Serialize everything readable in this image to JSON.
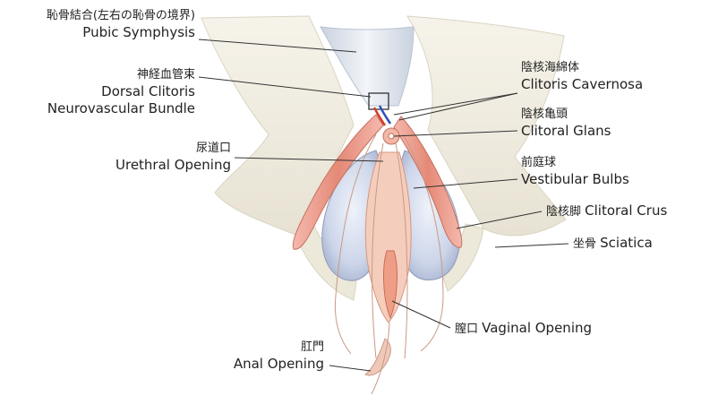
{
  "labels": {
    "pubic_symphysis": {
      "jp": "恥骨結合(左右の恥骨の境界)",
      "en": "Pubic Symphysis"
    },
    "dorsal_bundle": {
      "jp": "神経血管束",
      "en1": "Dorsal Clitoris",
      "en2": "Neurovascular Bundle"
    },
    "urethral_opening": {
      "jp": "尿道口",
      "en": "Urethral Opening"
    },
    "anal_opening": {
      "jp": "肛門",
      "en": "Anal Opening"
    },
    "clitoris_cavernosa": {
      "jp": "陰核海綿体",
      "en": "Clitoris Cavernosa"
    },
    "clitoral_glans": {
      "jp": "陰核亀頭",
      "en": "Clitoral Glans"
    },
    "vestibular_bulbs": {
      "jp": "前庭球",
      "en": "Vestibular Bulbs"
    },
    "clitoral_crus": {
      "jp": "陰核脚",
      "en": "Clitoral Crus"
    },
    "sciatica": {
      "jp": "坐骨",
      "en": "Sciatica"
    },
    "vaginal_opening": {
      "jp": "膣口",
      "en": "Vaginal Opening"
    }
  },
  "colors": {
    "bone": "#f1eee2",
    "bone_edge": "#d9d4c2",
    "ligament": "#dfe5ee",
    "bulb": "#c9d3e8",
    "crus": "#e89a8c",
    "tissue": "#f3c6b4",
    "nerve": "#c99a84",
    "leader": "#333333"
  }
}
